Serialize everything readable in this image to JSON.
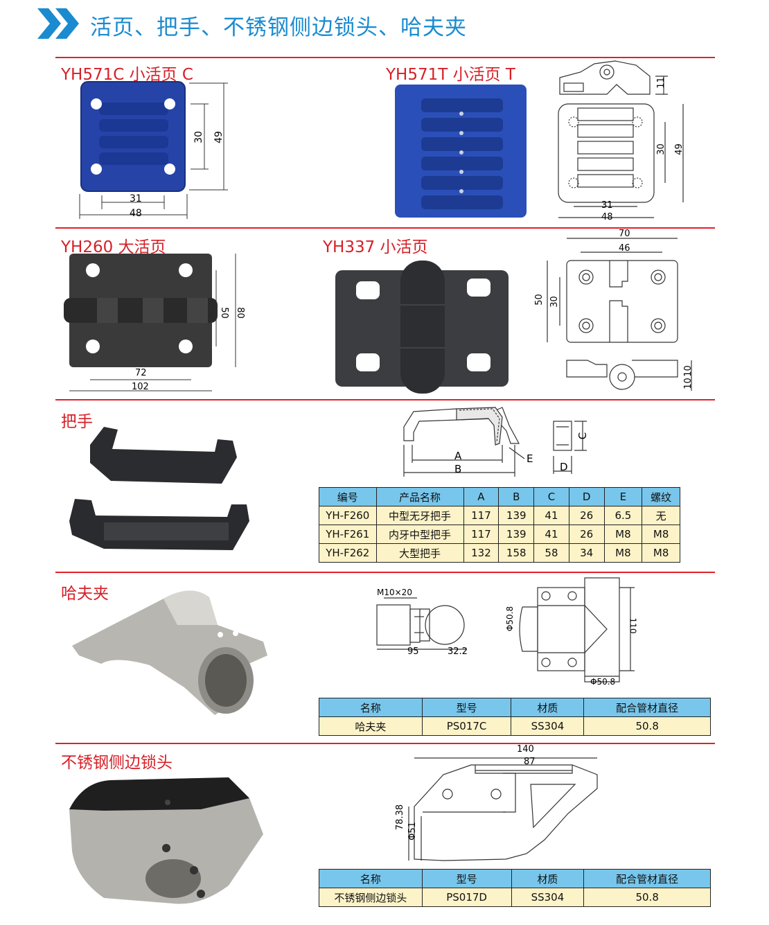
{
  "header": {
    "title": "活页、把手、不锈钢侧边锁头、哈夫夹"
  },
  "hinges": {
    "yh571c_label": "YH571C  小活页 C",
    "yh571t_label": "YH571T 小活页 T",
    "yh260_label": "YH260  大活页",
    "yh337_label": "YH337  小活页",
    "yh571c_dims": [
      "31",
      "48",
      "30",
      "49"
    ],
    "yh571t_dims": [
      "11",
      "30",
      "49",
      "31",
      "48"
    ],
    "yh260_dims": [
      "72",
      "102",
      "50",
      "80"
    ],
    "yh337_dims": [
      "70",
      "46",
      "50",
      "30",
      "10",
      "10"
    ]
  },
  "handle": {
    "label": "把手",
    "dims": [
      "A",
      "B",
      "E",
      "C",
      "D"
    ],
    "table": {
      "headers": [
        "编号",
        "产品名称",
        "A",
        "B",
        "C",
        "D",
        "E",
        "螺纹"
      ],
      "rows": [
        [
          "YH-F260",
          "中型无牙把手",
          "117",
          "139",
          "41",
          "26",
          "6.5",
          "无"
        ],
        [
          "YH-F261",
          "内牙中型把手",
          "117",
          "139",
          "41",
          "26",
          "M8",
          "M8"
        ],
        [
          "YH-F262",
          "大型把手",
          "132",
          "158",
          "58",
          "34",
          "M8",
          "M8"
        ]
      ]
    }
  },
  "clamp": {
    "label": "哈夫夹",
    "dims": [
      "M10×20",
      "95",
      "32.2",
      "Φ50.8",
      "110",
      "Φ50.8"
    ],
    "table": {
      "headers": [
        "名称",
        "型号",
        "材质",
        "配合管材直径"
      ],
      "rows": [
        [
          "哈夫夹",
          "PS017C",
          "SS304",
          "50.8"
        ]
      ]
    }
  },
  "lock": {
    "label": "不锈钢侧边锁头",
    "dims": [
      "140",
      "87",
      "78.38",
      "Φ51"
    ],
    "table": {
      "headers": [
        "名称",
        "型号",
        "材质",
        "配合管材直径"
      ],
      "rows": [
        [
          "不锈钢侧边锁头",
          "PS017D",
          "SS304",
          "50.8"
        ]
      ]
    }
  },
  "colors": {
    "accent": "#1a8bd0",
    "label": "#d61f26",
    "rule": "#e0202a",
    "table_head": "#78c6ec",
    "table_body": "#fdf3c8",
    "hinge_blue": "#1f3fa0"
  }
}
